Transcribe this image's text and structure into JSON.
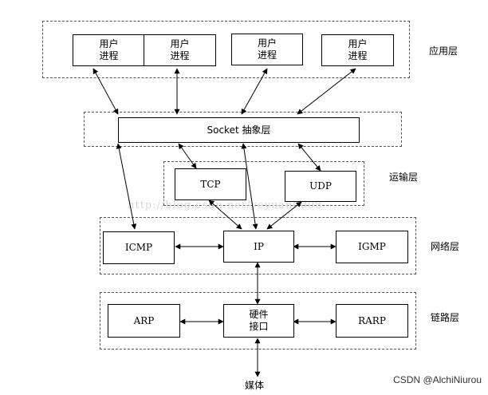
{
  "layers": {
    "application": "应用层",
    "transport": "运输层",
    "network": "网络层",
    "link": "链路层"
  },
  "boxes": {
    "user_process": "用户\n进程",
    "socket": "Socket 抽象层",
    "tcp": "TCP",
    "udp": "UDP",
    "icmp": "ICMP",
    "ip": "IP",
    "igmp": "IGMP",
    "arp": "ARP",
    "hardware_interface": "硬件\n接口",
    "rarp": "RARP"
  },
  "media": "媒体",
  "watermark": "http://blog.csdn.net/yeyuan0008",
  "credit": "CSDN @AlchiNiurou"
}
